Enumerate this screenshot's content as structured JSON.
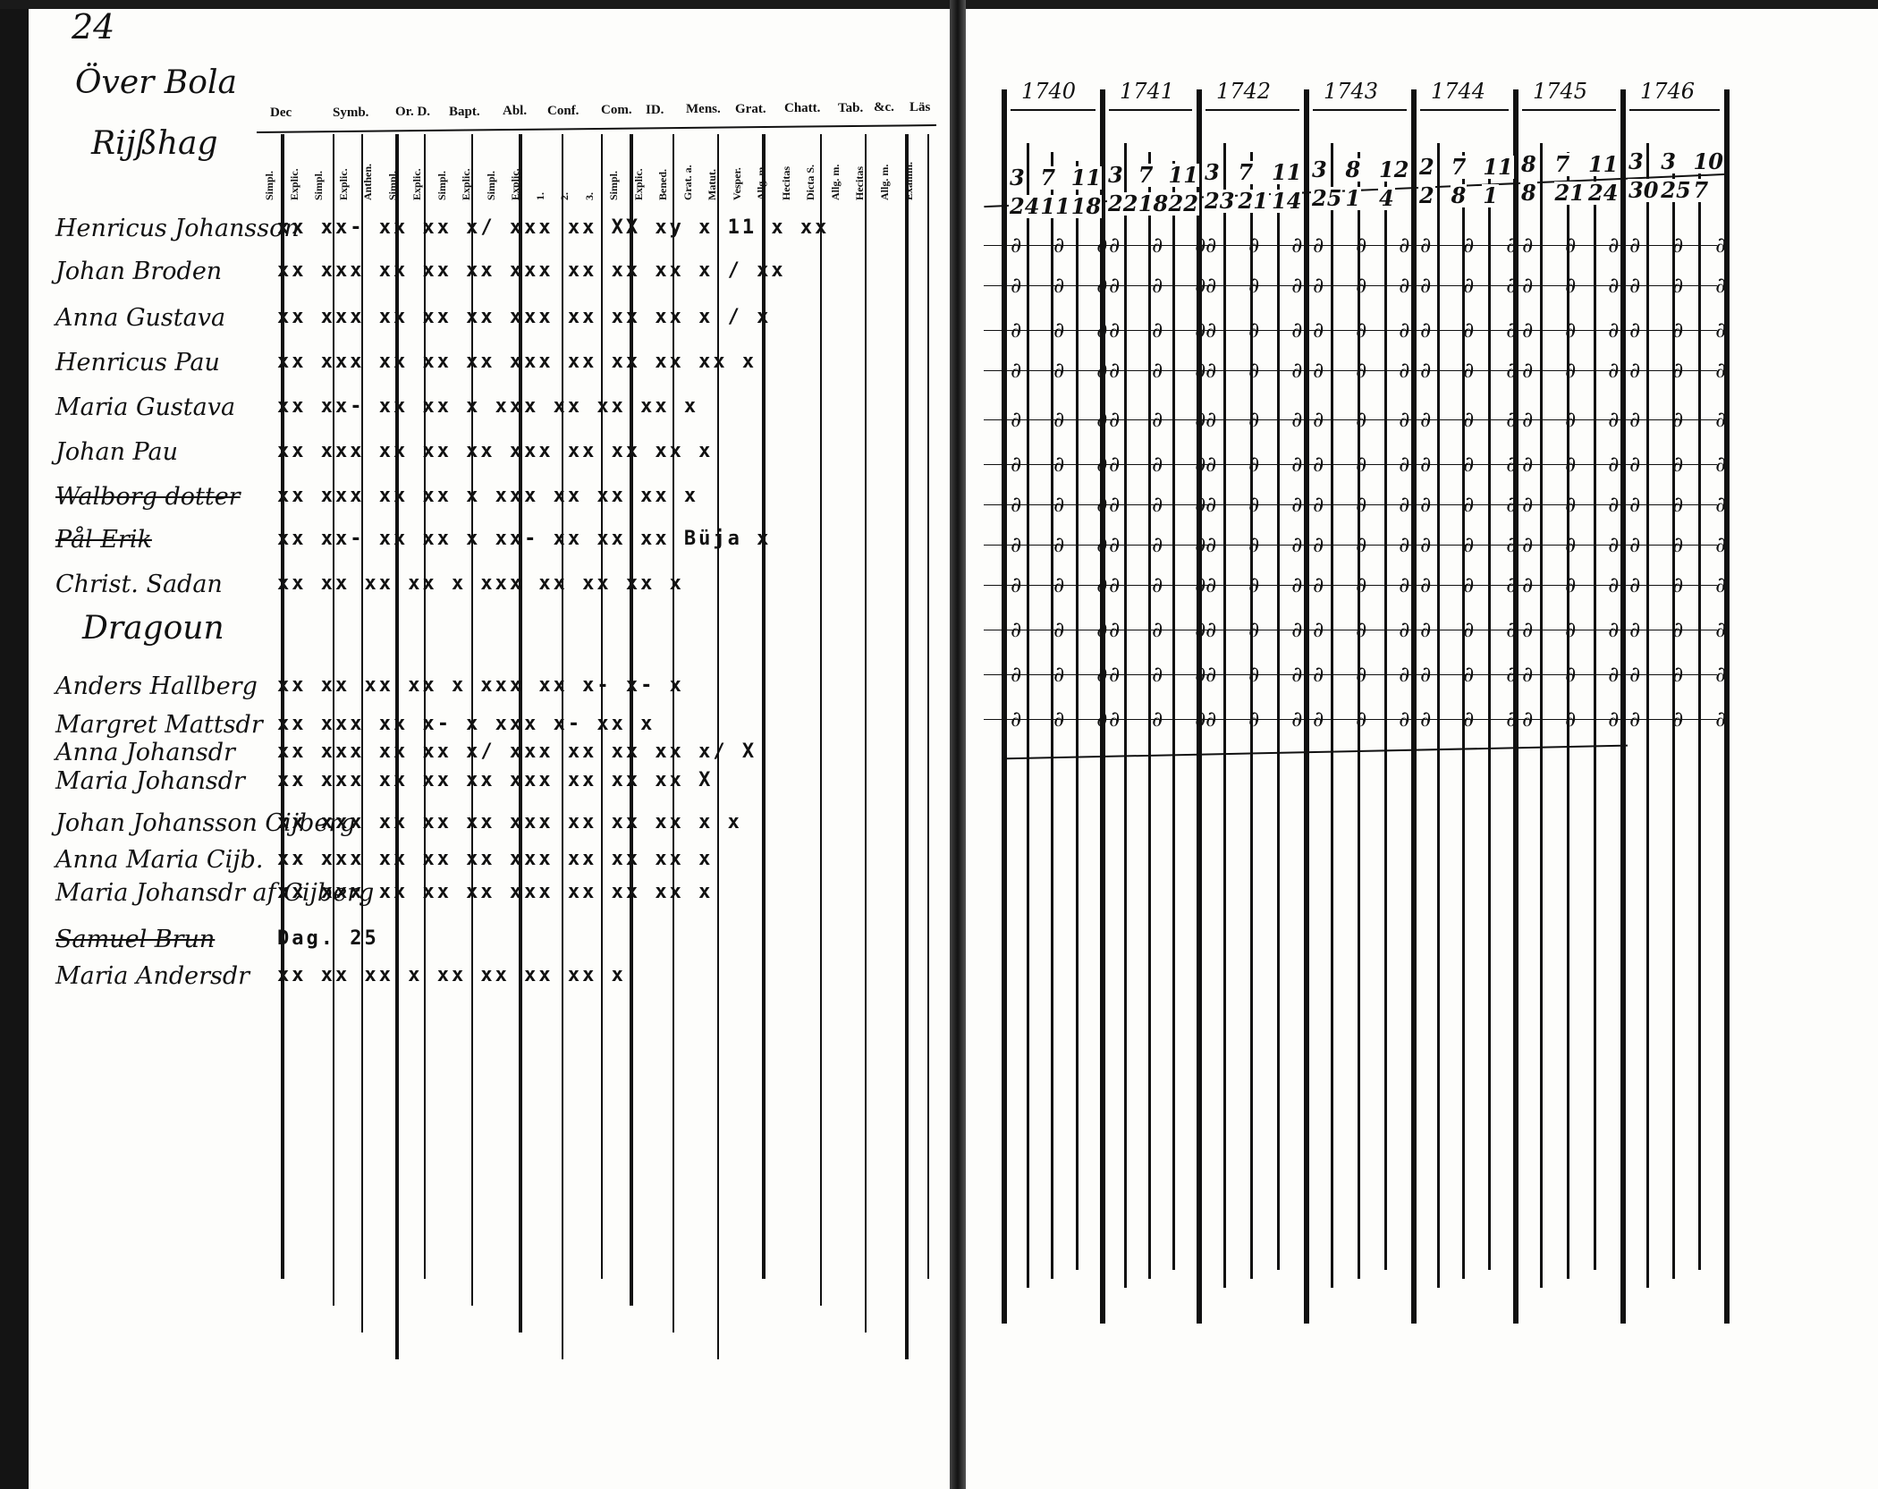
{
  "left_page": {
    "page_number": "24",
    "place_title": "Över Bola",
    "subtitle": "Rijßhag",
    "header_groups": [
      "Dec",
      "Symb.",
      "Or. D.",
      "Bapt.",
      "Abl.",
      "Conf.",
      "Com.",
      "ID.",
      "Mens.",
      "Grat.",
      "Chatt.",
      "Tab.",
      "&c.",
      "Läs"
    ],
    "sub_columns": [
      "Simpl.",
      "Explic.",
      "Simpl.",
      "Explic.",
      "Anthen.",
      "Simpl.",
      "Explic.",
      "Simpl.",
      "Explic.",
      "Simpl.",
      "Explic.",
      "1.",
      "2.",
      "3.",
      "Simpl.",
      "Explic.",
      "Bened.",
      "Grat. a.",
      "Matut.",
      "Vesper.",
      "Allg. m.",
      "Hecitas",
      "Dicta S.",
      "Allg. m.",
      "Hecitas",
      "Allg. m.",
      "Examin."
    ],
    "rows": [
      {
        "name": "Henricus Johansson",
        "marks": "xx xx- xx xx x/ xxx xx XX xy x 11 x  xx"
      },
      {
        "name": "Johan Broden",
        "marks": "xx xxx xx xx xx xxx xx xx xx x  /  xx"
      },
      {
        "name": "Anna Gustava",
        "marks": "xx xxx xx xx xx xxx xx xx xx x  /  x"
      },
      {
        "name": "Henricus Pau",
        "marks": "xx xxx xx xx xx xxx xx xx xx xx  x"
      },
      {
        "name": "Maria Gustava",
        "marks": "xx xx- xx xx x  xxx xx xx xx     x"
      },
      {
        "name": "Johan Pau",
        "marks": "xx xxx xx xx xx xxx xx xx xx     x"
      },
      {
        "name": "Walborg dotter",
        "marks": "xx xxx xx xx x  xxx xx xx xx     x"
      },
      {
        "name": "Pål Erik",
        "marks": "xx xx- xx xx x  xx- xx xx xx  Büja x"
      },
      {
        "name": "Christ. Sadan",
        "marks": "xx xx  xx xx x  xxx xx xx xx     x"
      },
      {
        "name": "Dragoun",
        "marks": ""
      },
      {
        "name": "Anders Hallberg",
        "marks": "xx xx  xx xx x  xxx xx x- x- x"
      },
      {
        "name": "Margret Mattsdr",
        "marks": "xx xxx xx x- x  xxx x- xx x"
      },
      {
        "name": "Anna Johansdr",
        "marks": "xx xxx xx xx x/ xxx xx xx xx x/   X"
      },
      {
        "name": "Maria Johansdr",
        "marks": "xx xxx xx xx xx xxx xx xx xx     X"
      },
      {
        "name": "Johan Johansson Cijberg",
        "marks": "xx xxx xx xx xx xxx xx xx xx x   x"
      },
      {
        "name": "Anna Maria Cijb.",
        "marks": "xx xxx xx xx xx xxx xx xx xx     x"
      },
      {
        "name": "Maria Johansdr af Cijberg",
        "marks": "xx xxx xx xx xx xxx xx xx xx     x"
      },
      {
        "name": "Samuel Brun",
        "marks": "Dag. 25"
      },
      {
        "name": "Maria Andersdr",
        "marks": "xx xx  xx x     xx  xx xx xx     x"
      }
    ]
  },
  "right_page": {
    "years": [
      "1740",
      "1741",
      "1742",
      "1743",
      "1744",
      "1745",
      "1746"
    ],
    "top_numbers": [
      [
        "3",
        "7",
        "11"
      ],
      [
        "3",
        "7",
        "11"
      ],
      [
        "3",
        "7",
        "11"
      ],
      [
        "3",
        "8",
        "12"
      ],
      [
        "2",
        "7",
        "11"
      ],
      [
        "8",
        "7",
        "11"
      ],
      [
        "3",
        "3",
        "10"
      ]
    ],
    "second_numbers": [
      [
        "24",
        "11",
        "18"
      ],
      [
        "22",
        "18",
        "22"
      ],
      [
        "23",
        "21",
        "14"
      ],
      [
        "25",
        "1",
        "4"
      ],
      [
        "2",
        "8",
        "1"
      ],
      [
        "8",
        "21",
        "24"
      ],
      [
        "30",
        "25",
        "7"
      ]
    ],
    "row_marks": "∂ ∂ ∂"
  }
}
